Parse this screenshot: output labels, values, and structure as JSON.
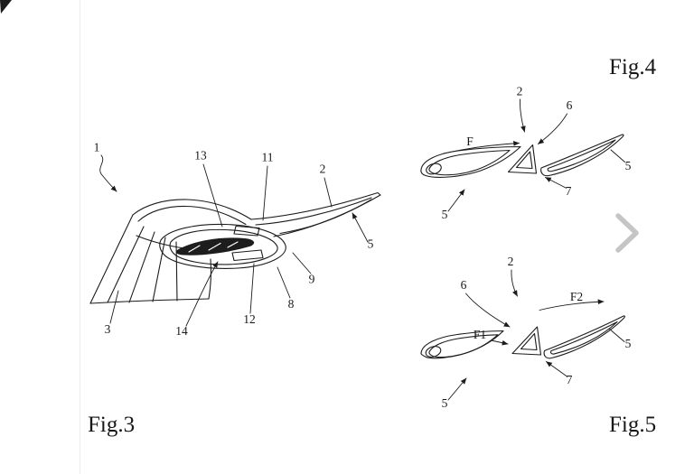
{
  "page": {
    "background": "#ffffff",
    "ink": "#1c1c1c",
    "nav_arrow_color": "#c5c5c5"
  },
  "nav": {
    "next_icon": "chevron-right-icon"
  },
  "fig3": {
    "caption": "Fig.3",
    "refs": {
      "n1": "1",
      "n2": "2",
      "n3": "3",
      "n5": "5",
      "n8": "8",
      "n9": "9",
      "n11": "11",
      "n12": "12",
      "n13": "13",
      "n14": "14"
    }
  },
  "fig4": {
    "caption": "Fig.4",
    "refs": {
      "n2": "2",
      "n5_right": "5",
      "n5_left": "5",
      "n6": "6",
      "n7": "7",
      "f": "F"
    }
  },
  "fig5": {
    "caption": "Fig.5",
    "refs": {
      "n2": "2",
      "n5_right": "5",
      "n5_left": "5",
      "n6": "6",
      "n7": "7",
      "f1": "F1",
      "f2": "F2"
    }
  }
}
